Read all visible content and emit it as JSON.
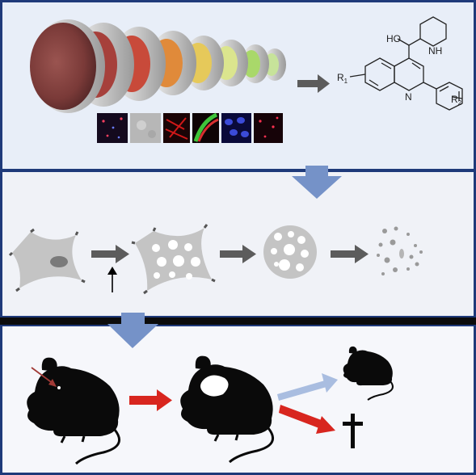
{
  "panels": [
    {
      "id": "screening",
      "background": "#e8eef8",
      "border": "#1f3a7a"
    },
    {
      "id": "cell",
      "background": "#f0f2f7",
      "border": "#1f3a7a"
    },
    {
      "id": "mouse",
      "background": "#f6f7fb",
      "border": "#1f3a7a"
    }
  ],
  "molecule": {
    "labels": {
      "ho": "HO",
      "nh": "NH",
      "n": "N",
      "r1": "R",
      "r1_sub": "1",
      "r2": "R",
      "r2_sub": "2"
    }
  },
  "colors": {
    "panel_arrow": "#7592c8",
    "cell_gray": "#c4c4c4",
    "vacuole": "#ffffff",
    "process_arrow": "#5c5c5c",
    "red_arrow": "#d8261f",
    "blue_arrow": "#a9bde0",
    "mouse": "#0a0a0a",
    "injection_arrow": "#a13a36"
  },
  "icons": [
    "lens-stack-icon",
    "microscopy-thumbnails",
    "quinoline-structure",
    "cell-icon",
    "vacuolized-cell-icon",
    "rounded-cell-icon",
    "cell-debris-icon",
    "mouse-icon",
    "small-mouse-icon",
    "cross-icon"
  ]
}
